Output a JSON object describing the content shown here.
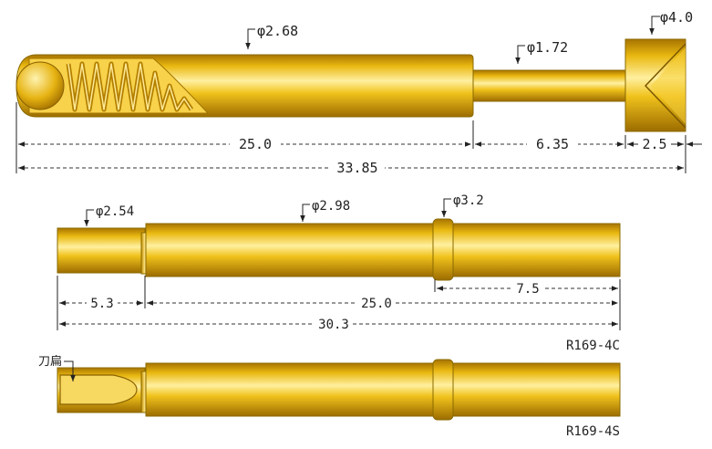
{
  "diagram": {
    "colors": {
      "gold_light": "#fff1a0",
      "gold_mid": "#f2c41c",
      "gold_dark": "#b37e00",
      "spring": "#c89400"
    },
    "probe_assembly": {
      "dims": {
        "barrel_diameter": "φ2.68",
        "plunger_diameter": "φ1.72",
        "head_diameter": "φ4.0",
        "barrel_length": "25.0",
        "plunger_length": "6.35",
        "head_length": "2.5",
        "total_length": "33.85"
      }
    },
    "receptacle_4c": {
      "model": "R169-4C",
      "dims": {
        "tail_diameter": "φ2.54",
        "body_diameter": "φ2.98",
        "collar_diameter": "φ3.2",
        "tail_length": "5.3",
        "body_length": "25.0",
        "collar_to_end": "7.5",
        "total_length": "30.3"
      }
    },
    "receptacle_4s": {
      "model": "R169-4S",
      "tail_label": "刀扁"
    }
  }
}
